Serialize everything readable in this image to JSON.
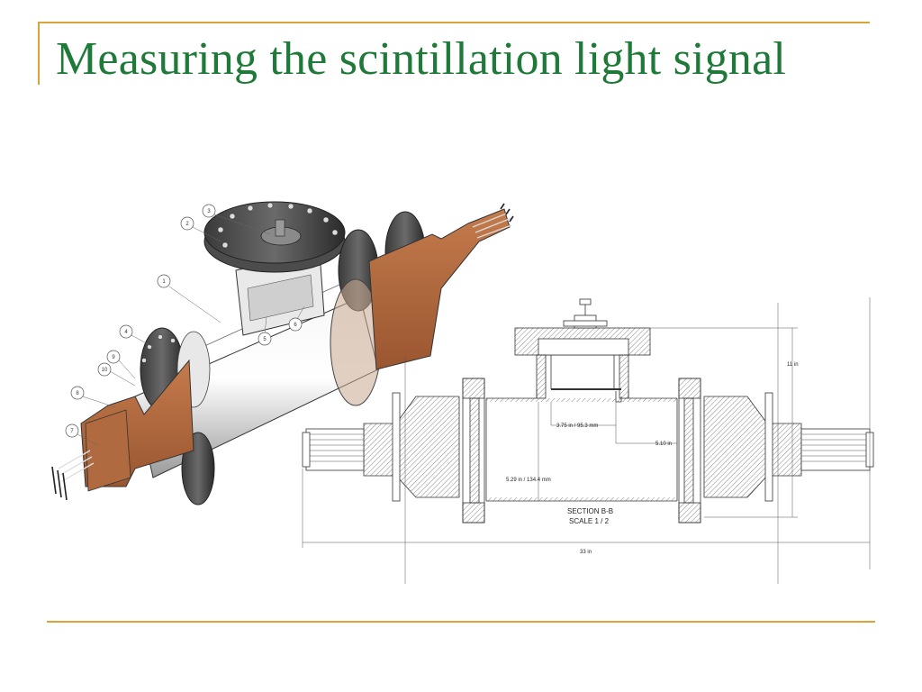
{
  "slide": {
    "title": "Measuring the scintillation light signal"
  },
  "colors": {
    "title": "#1f7a3a",
    "accent_rule": "#d9a43a",
    "copper_flange": "#b06a3f"
  },
  "cutaway_view": {
    "balloons": [
      "1",
      "2",
      "3",
      "4",
      "5",
      "6",
      "7",
      "8",
      "9",
      "10"
    ]
  },
  "section_drawing": {
    "section_label": "SECTION  B-B",
    "scale_label": "SCALE 1 / 2",
    "dimensions": {
      "inner_offset": "3.75 in / 95.3 mm",
      "height_left": "5.29 in / 134.4 mm",
      "right_offset": "5.10 in",
      "total_height": "11 in",
      "total_length": "33 in"
    }
  }
}
